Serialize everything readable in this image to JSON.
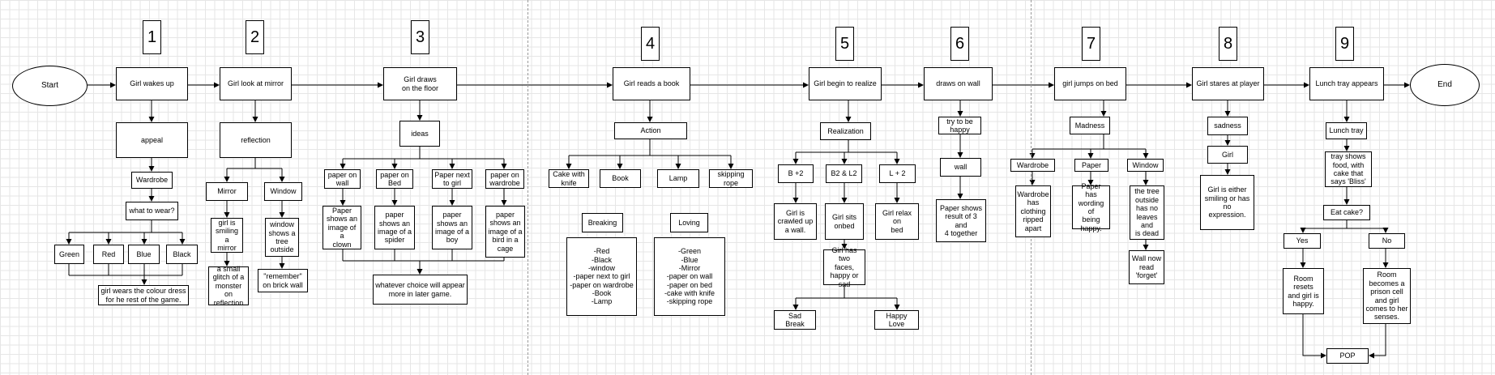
{
  "steps": {
    "n1": "1",
    "n2": "2",
    "n3": "3",
    "n4": "4",
    "n5": "5",
    "n6": "6",
    "n7": "7",
    "n8": "8",
    "n9": "9"
  },
  "flow": {
    "start": "Start",
    "end": "End",
    "s1": "Girl wakes up",
    "s2": "Girl look at mirror",
    "s3": "Girl draws\non the floor",
    "s4": "Girl reads a book",
    "s5": "Girl begin to realize",
    "s6": "draws on wall",
    "s7": "girl jumps on bed",
    "s8": "Girl stares at player",
    "s9": "Lunch tray appears"
  },
  "col1": {
    "appeal": "appeal",
    "wardrobe": "Wardrobe",
    "what_to_wear": "what to wear?",
    "green": "Green",
    "red": "Red",
    "blue": "Blue",
    "black": "Black",
    "result": "girl wears the colour dress\nfor he rest of the game."
  },
  "col2": {
    "reflection": "reflection",
    "mirror": "Mirror",
    "window": "Window",
    "mirror_detail": "girl is\nsmiling a\nmirror",
    "mirror_glitch": "a small\nglitch of a\nmonster on\nreflection",
    "window_detail": "window\nshows a\ntree\noutside",
    "window_brick": "\"remember\"\non brick wall"
  },
  "col3": {
    "ideas": "ideas",
    "paper_wall": "paper on\nwall",
    "paper_bed": "paper on\nBed",
    "paper_girl": "Paper next\nto girl",
    "paper_wardrobe": "paper on\nwardrobe",
    "clown": "Paper\nshows an\nimage of a\nclown",
    "spider": "paper\nshows an\nimage of a\nspider",
    "boy": "paper\nshows an\nimage of a\nboy",
    "bird": "paper\nshows an\nimage of a\nbird in a\ncage",
    "result": "whatever choice will appear\nmore in later game."
  },
  "col4": {
    "action": "Action",
    "knife": "Cake with\nknife",
    "book": "Book",
    "lamp": "Lamp",
    "rope": "skipping\nrope",
    "breaking": "Breaking",
    "loving": "Loving",
    "breaking_list": "-Red\n-Black\n-window\n-paper next to girl\n-paper on wardrobe\n-Book\n-Lamp",
    "loving_list": "-Green\n-Blue\n-Mirror\n-paper on wall\n-paper on bed\n-cake with knife\n-skipping rope"
  },
  "col5": {
    "realization": "Realization",
    "b2": "B +2",
    "b2l2": "B2 & L2",
    "l2": "L + 2",
    "crawled": "Girl is\ncrawled up\na wall.",
    "onbed": "Girl sits\nonbed",
    "relax": "Girl relax on\nbed",
    "two_faces": "Girl has two\nfaces,\nhappy or\nsad",
    "sad": "Sad\nBreak",
    "happy": "Happy\nLove"
  },
  "col6": {
    "try": "try to be\nhappy",
    "wall": "wall",
    "result": "Paper shows\nresult of 3 and\n4 together"
  },
  "col7": {
    "madness": "Madness",
    "wardrobe": "Wardrobe",
    "paper": "Paper",
    "window": "Window",
    "ripped": "Wardrobe\nhas\nclothing\nripped\napart",
    "wording": "Paper has\nwording of\nbeing\nhappy.",
    "tree": "the tree\noutside\nhas no\nleaves and\nis dead",
    "forget": "Wall now\nread\n'forget'"
  },
  "col8": {
    "sadness": "sadness",
    "girl": "Girl",
    "expression": "Girl is either\nsmiling or has no\nexpression."
  },
  "col9": {
    "lunch_tray": "Lunch tray",
    "tray_shows": "tray shows\nfood, with\ncake that\nsays 'Bliss'",
    "eat_cake": "Eat cake?",
    "yes": "Yes",
    "no": "No",
    "resets": "Room\nresets\nand girl is\nhappy.",
    "prison": "Room\nbecomes a\nprison cell\nand girl\ncomes to her\nsenses.",
    "pop": "POP"
  }
}
